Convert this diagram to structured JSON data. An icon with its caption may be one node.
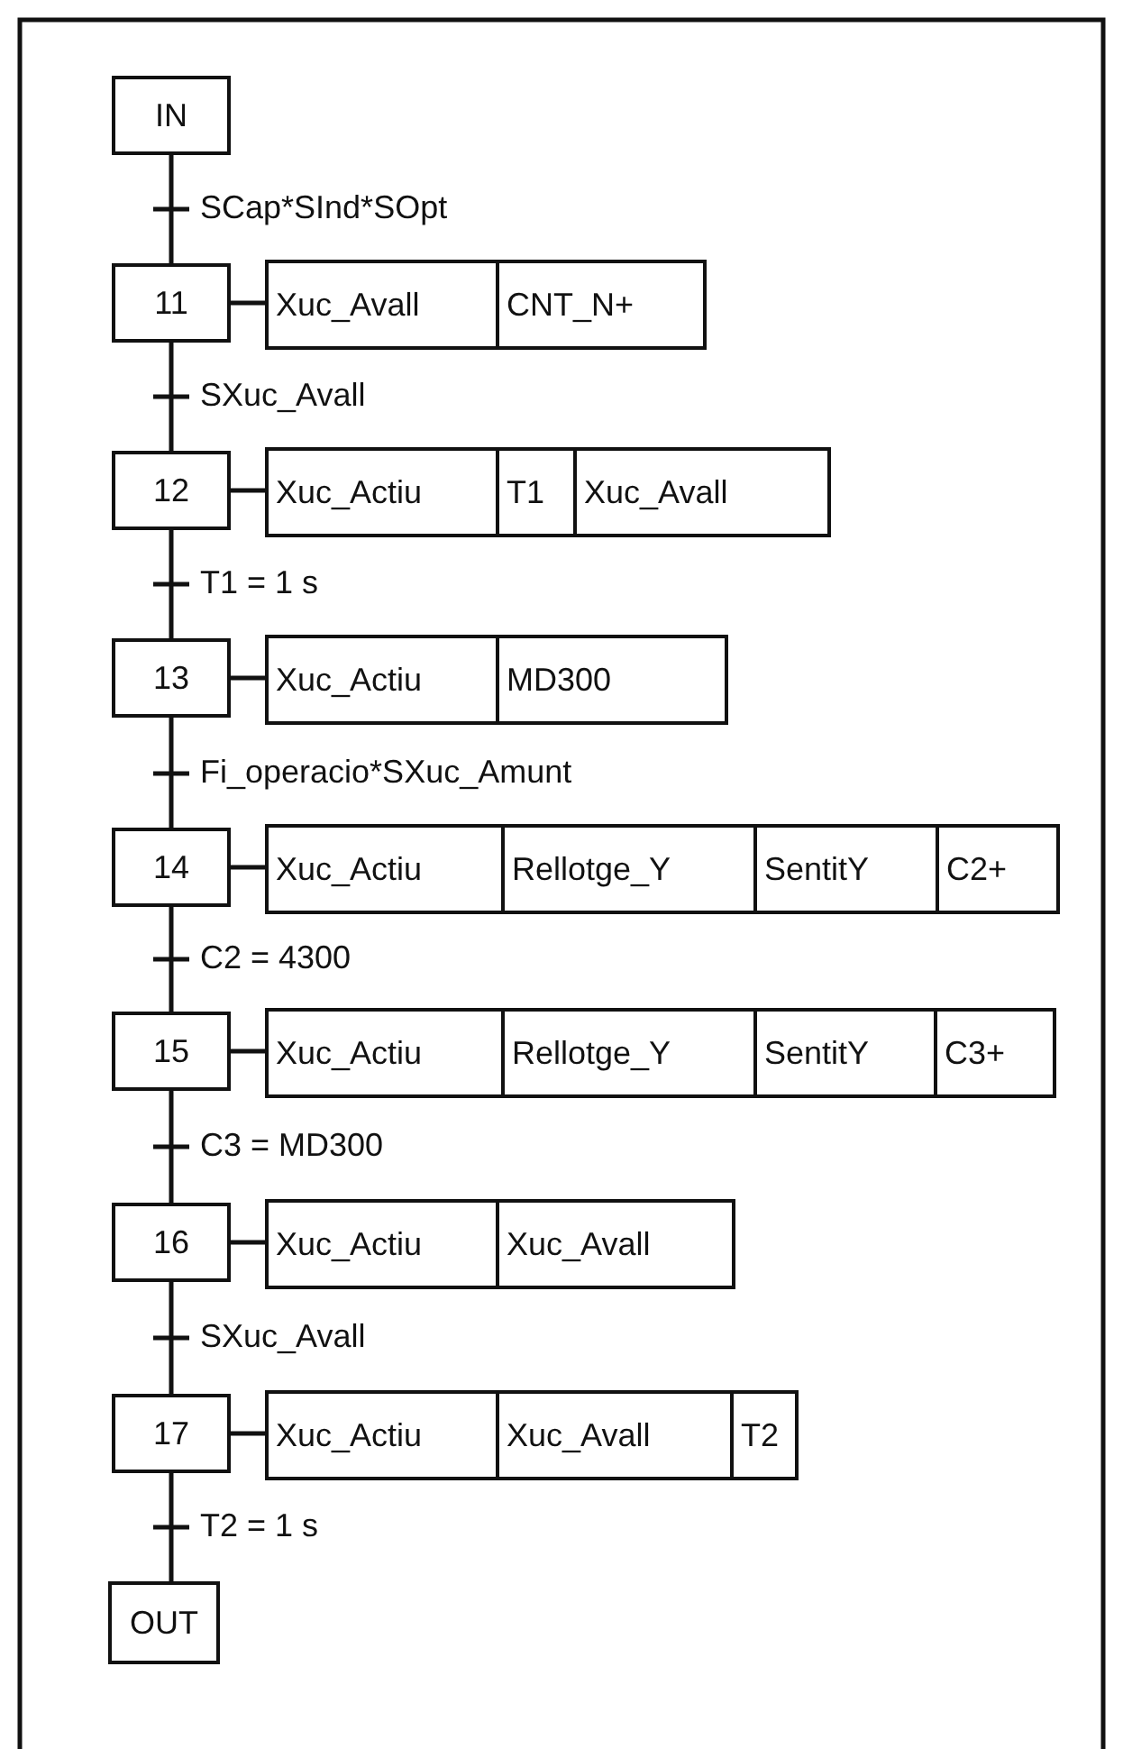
{
  "diagram": {
    "nodes": [
      {
        "text": [
          "IN"
        ]
      },
      {
        "text": [
          "11"
        ]
      },
      {
        "text": [
          "Xuc_Avall"
        ]
      },
      {
        "text": [
          "CNT_N+"
        ]
      },
      {
        "text": [
          "12"
        ]
      },
      {
        "text": [
          "Xuc_Actiu"
        ]
      },
      {
        "text": [
          "T1"
        ]
      },
      {
        "text": [
          "Xuc_Avall"
        ]
      },
      {
        "text": [
          "13"
        ]
      },
      {
        "text": [
          "Xuc_Actiu"
        ]
      },
      {
        "text": [
          "MD300"
        ]
      },
      {
        "text": [
          "14"
        ]
      },
      {
        "text": [
          "Xuc_Actiu"
        ]
      },
      {
        "text": [
          "Rellotge_Y"
        ]
      },
      {
        "text": [
          "SentitY"
        ]
      },
      {
        "text": [
          "C2+"
        ]
      },
      {
        "text": [
          "15"
        ]
      },
      {
        "text": [
          "Xuc_Actiu"
        ]
      },
      {
        "text": [
          "Rellotge_Y"
        ]
      },
      {
        "text": [
          "SentitY"
        ]
      },
      {
        "text": [
          "C3+"
        ]
      },
      {
        "text": [
          "16"
        ]
      },
      {
        "text": [
          "Xuc_Actiu"
        ]
      },
      {
        "text": [
          "Xuc_Avall"
        ]
      },
      {
        "text": [
          "17"
        ]
      },
      {
        "text": [
          "Xuc_Actiu"
        ]
      },
      {
        "text": [
          "Xuc_Avall"
        ]
      },
      {
        "text": [
          "T2"
        ]
      },
      {
        "text": [
          "OUT"
        ]
      }
    ],
    "edges": [
      {
        "from": 0,
        "to": 1,
        "arrow": "none",
        "label": "SCap*SInd*SOpt"
      },
      {
        "from": 1,
        "to": 2,
        "arrow": "none"
      },
      {
        "from": 1,
        "to": 4,
        "arrow": "none",
        "label": "SXuc_Avall"
      },
      {
        "from": 4,
        "to": 5,
        "arrow": "none"
      },
      {
        "from": 4,
        "to": 8,
        "arrow": "none",
        "label": "T1 = 1 s"
      },
      {
        "from": 8,
        "to": 9,
        "arrow": "none"
      },
      {
        "from": 8,
        "to": 11,
        "arrow": "none",
        "label": "Fi_operacio*SXuc_Amunt"
      },
      {
        "from": 11,
        "to": 12,
        "arrow": "none"
      },
      {
        "from": 11,
        "to": 16,
        "arrow": "none",
        "label": "C2 = 4300"
      },
      {
        "from": 16,
        "to": 17,
        "arrow": "none"
      },
      {
        "from": 16,
        "to": 21,
        "arrow": "none",
        "label": "C3 = MD300"
      },
      {
        "from": 21,
        "to": 22,
        "arrow": "none"
      },
      {
        "from": 21,
        "to": 24,
        "arrow": "none",
        "label": "SXuc_Avall"
      },
      {
        "from": 24,
        "to": 25,
        "arrow": "none"
      },
      {
        "from": 24,
        "to": 28,
        "arrow": "none",
        "label": "T2 = 1 s"
      }
    ]
  }
}
